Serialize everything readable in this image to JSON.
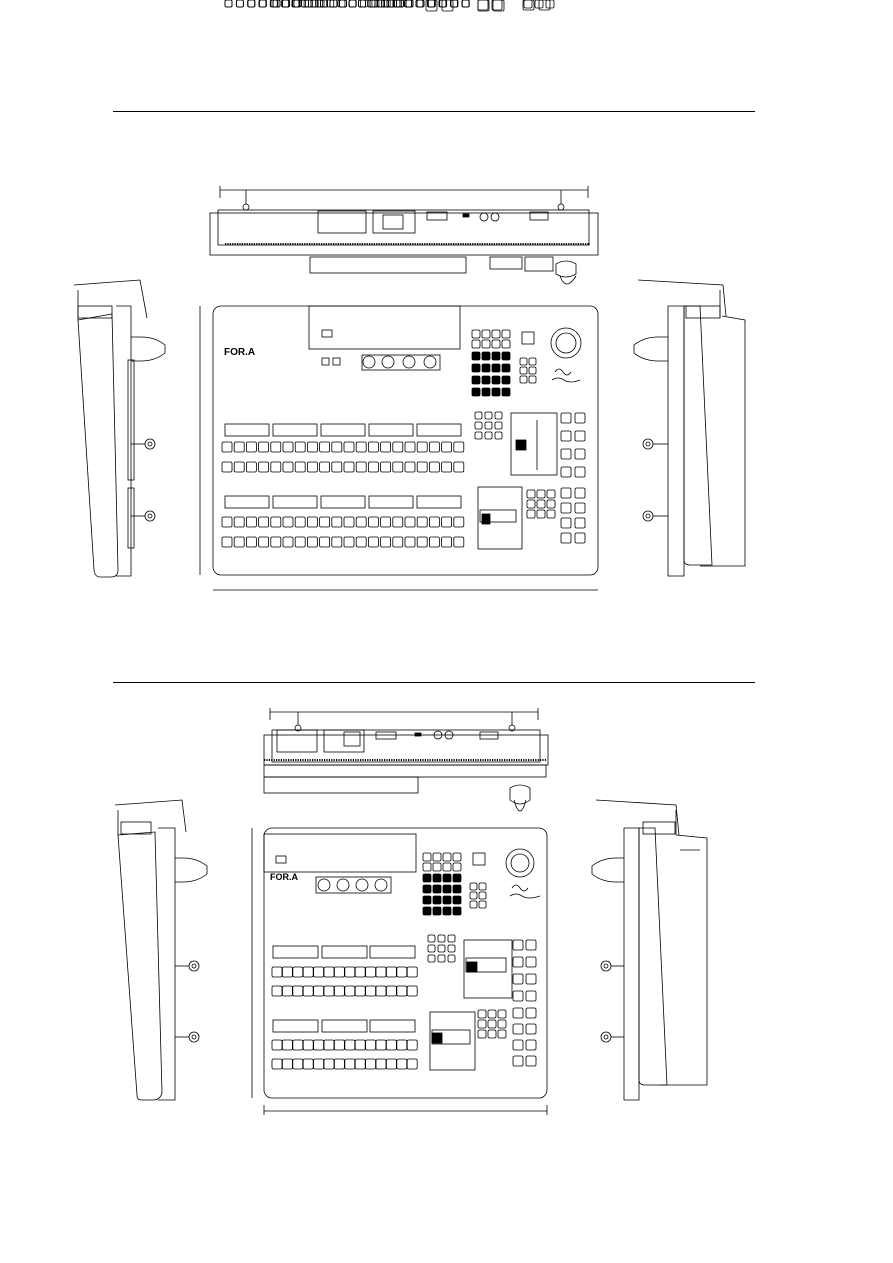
{
  "sections": [
    {
      "name": "main-panel-drawing",
      "brand_label": "FOR.A",
      "drawing_kind": "outline-drawing"
    },
    {
      "name": "compact-panel-drawing",
      "brand_label": "FOR.A",
      "drawing_kind": "outline-drawing"
    }
  ],
  "colors": {
    "line": "#000000",
    "background": "#ffffff"
  },
  "icons": [
    "power-inlet-icon",
    "connector-icon",
    "bnc-icon",
    "joystick-icon",
    "fader-lever-icon"
  ]
}
